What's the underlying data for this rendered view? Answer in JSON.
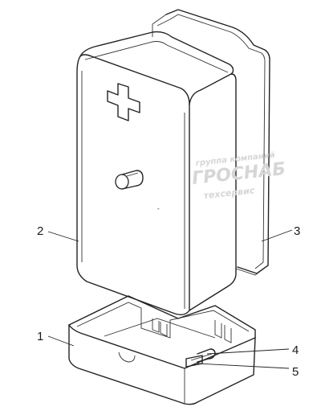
{
  "watermark": {
    "line1": "группа компаний",
    "line2": "ГРОСНАБ",
    "line3": "техсервис"
  },
  "callouts": [
    {
      "number": "1",
      "part": "base-tray"
    },
    {
      "number": "2",
      "part": "lid-case"
    },
    {
      "number": "3",
      "part": "rear-panel"
    },
    {
      "number": "4",
      "part": "latch-pin"
    },
    {
      "number": "5",
      "part": "latch-bracket"
    }
  ],
  "colors": {
    "stroke": "#222222",
    "shade": "#d8d8d8",
    "watermark": "#d6d6d6"
  }
}
